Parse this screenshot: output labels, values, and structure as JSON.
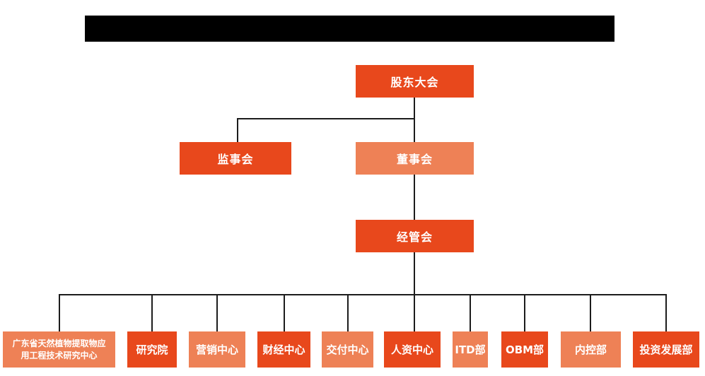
{
  "colors": {
    "primary_orange": "#e8481c",
    "secondary_salmon": "#ee8156",
    "connector": "#1c1c1c",
    "node_text": "#ffffff",
    "redaction": "#000000",
    "background": "#ffffff"
  },
  "chart": {
    "type": "org-chart",
    "level1": {
      "shareholders_meeting": {
        "label": "股东大会"
      }
    },
    "level2": {
      "supervisory_board": {
        "label": "监事会"
      },
      "board_of_directors": {
        "label": "董事会"
      }
    },
    "level3": {
      "management_committee": {
        "label": "经管会"
      }
    },
    "level4": [
      {
        "label": "广东省天然植物提取物应用工程技术研究中心",
        "label_line1": "广东省天然植物提取物应",
        "label_line2": "用工程技术研究中心"
      },
      {
        "label": "研究院"
      },
      {
        "label": "营销中心"
      },
      {
        "label": "财经中心"
      },
      {
        "label": "交付中心"
      },
      {
        "label": "人资中心"
      },
      {
        "label": "ITD部"
      },
      {
        "label": "OBM部"
      },
      {
        "label": "内控部"
      },
      {
        "label": "投资发展部"
      }
    ]
  }
}
